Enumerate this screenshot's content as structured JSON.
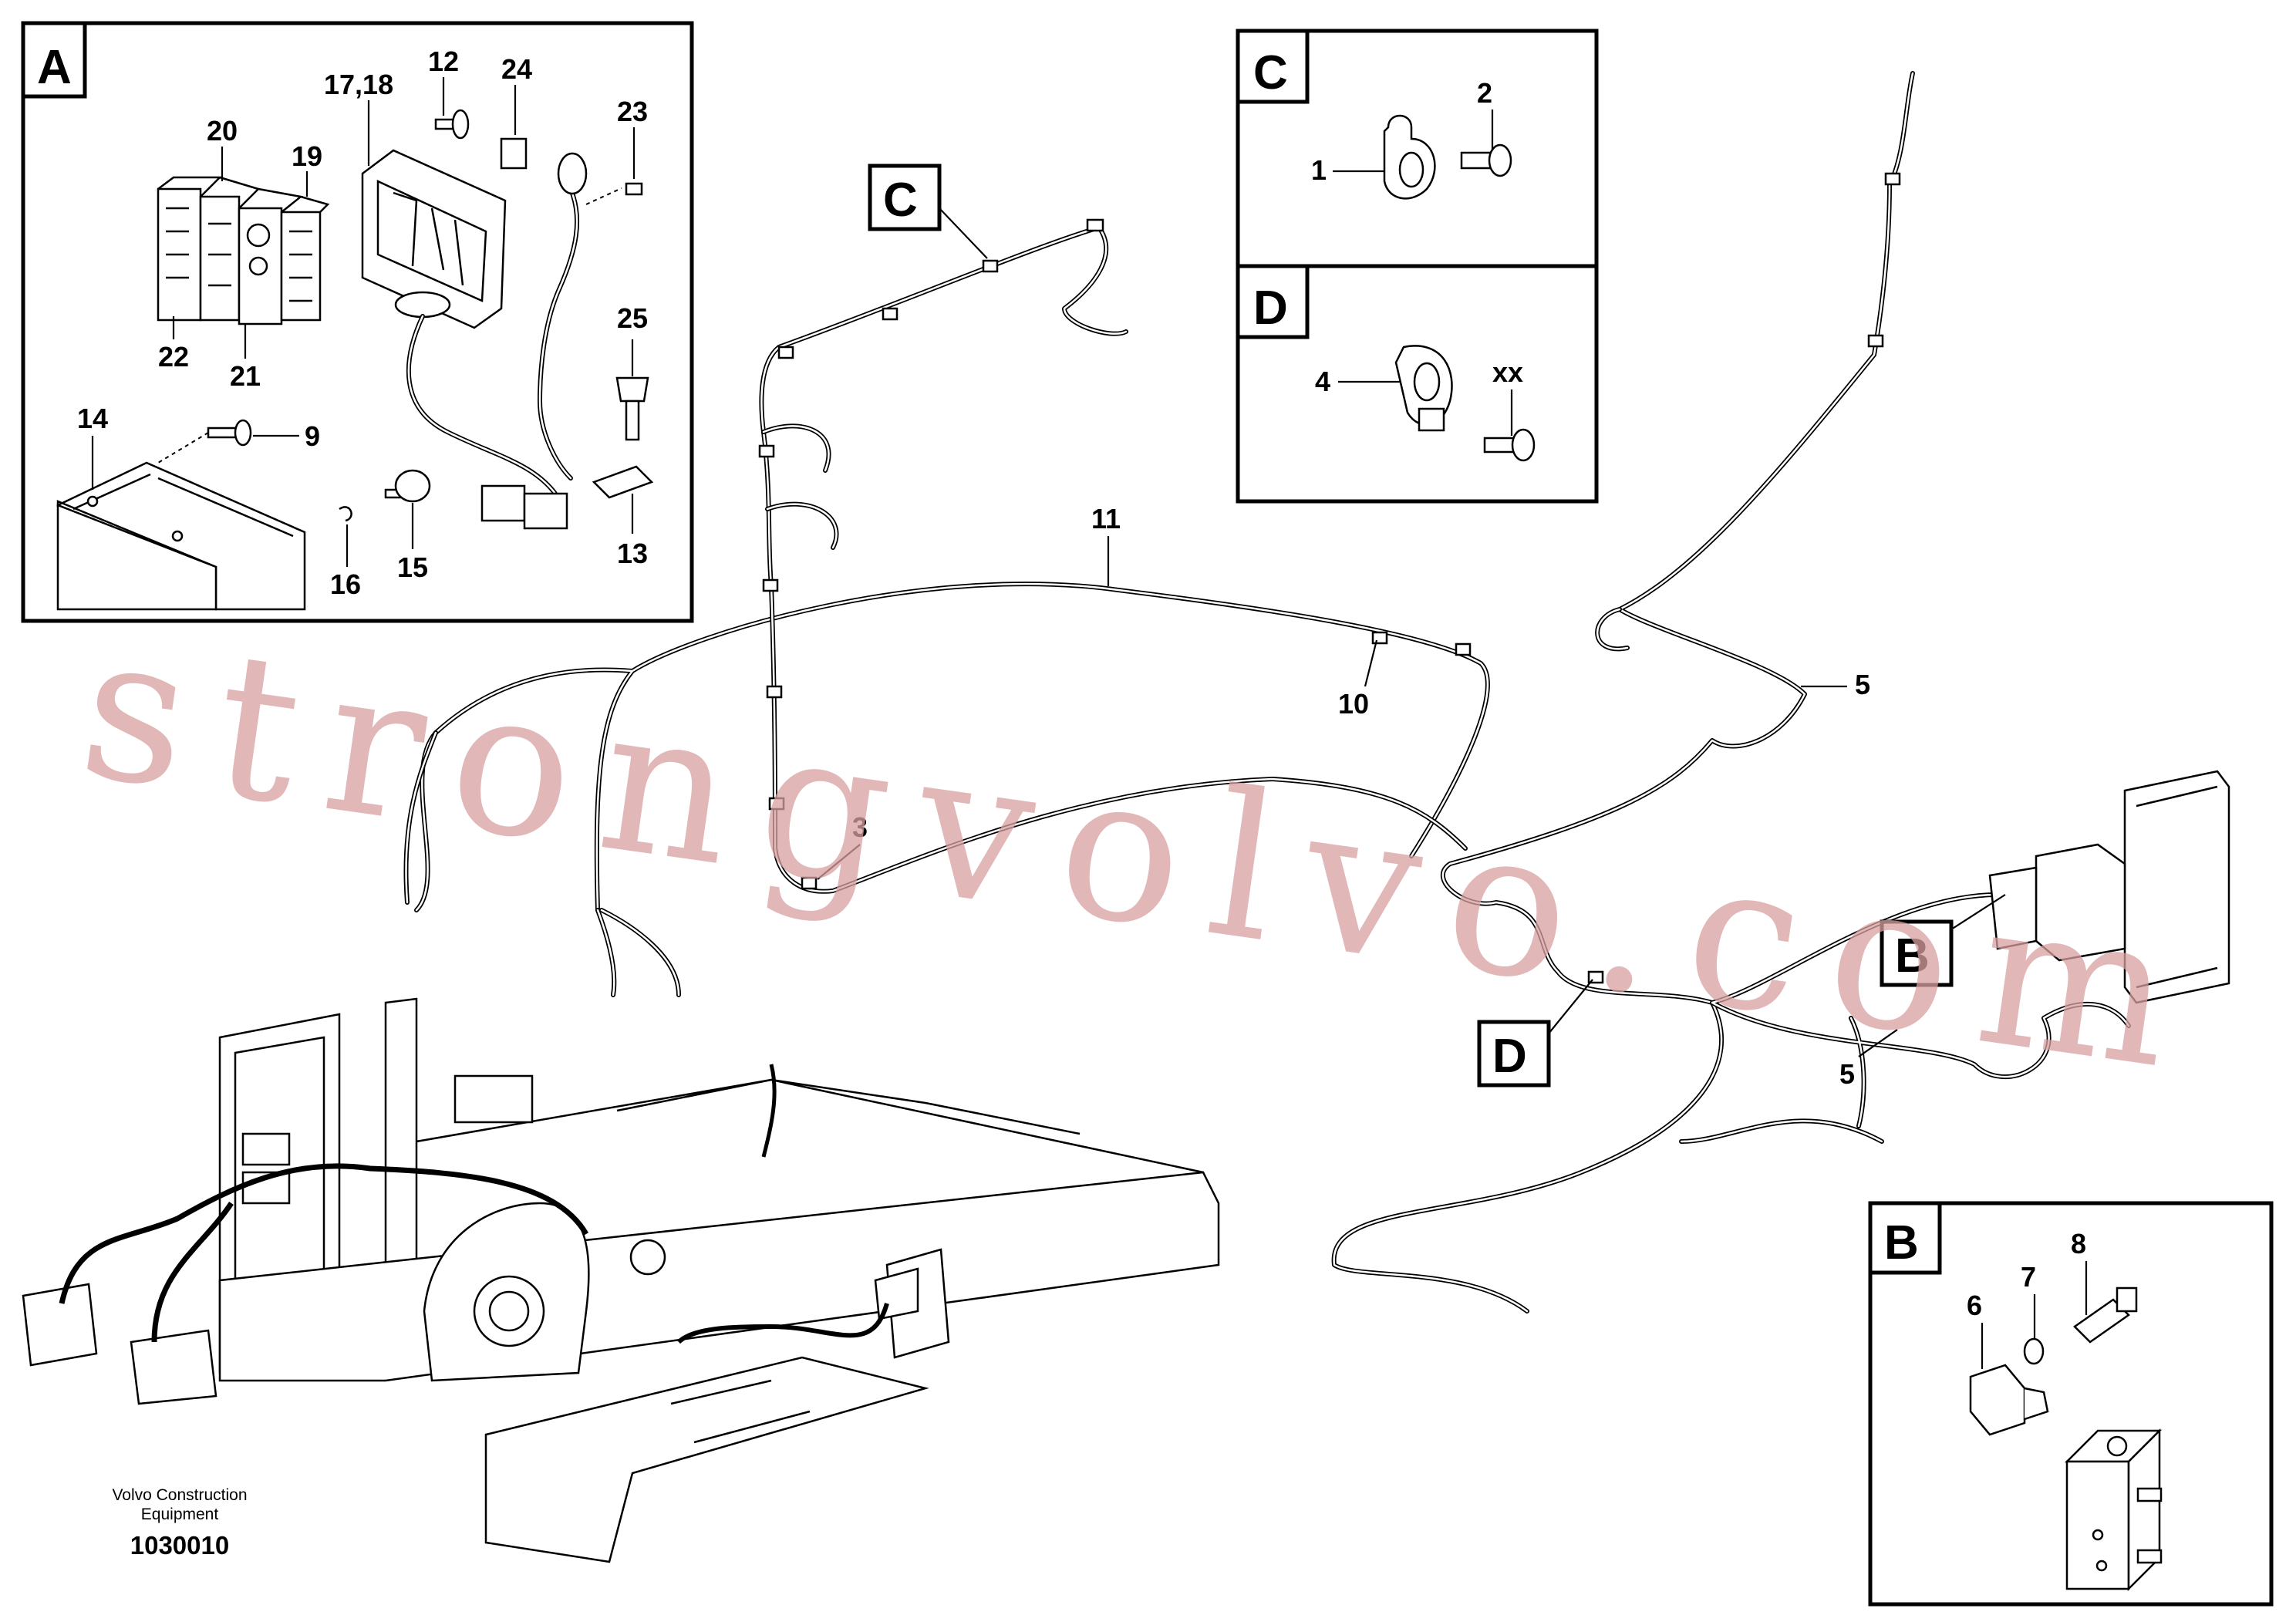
{
  "diagram": {
    "detail_boxes": {
      "A": "A",
      "B": "B",
      "C": "C",
      "D": "D"
    },
    "callouts": {
      "n1": "1",
      "n2": "2",
      "n3": "3",
      "n4": "4",
      "n5a": "5",
      "n5b": "5",
      "n6": "6",
      "n7": "7",
      "n8": "8",
      "n9": "9",
      "n10": "10",
      "n11": "11",
      "n12": "12",
      "n13": "13",
      "n14": "14",
      "n15": "15",
      "n16": "16",
      "n17_18": "17,18",
      "n19": "19",
      "n20": "20",
      "n21": "21",
      "n22": "22",
      "n23": "23",
      "n24": "24",
      "n25": "25",
      "xx": "xx"
    },
    "view_refs": {
      "C": "C",
      "D": "D",
      "B": "B"
    },
    "watermark": "strongvolvo.com",
    "footer": {
      "company_line1": "Volvo Construction",
      "company_line2": "Equipment",
      "drawing_number": "1030010"
    }
  }
}
